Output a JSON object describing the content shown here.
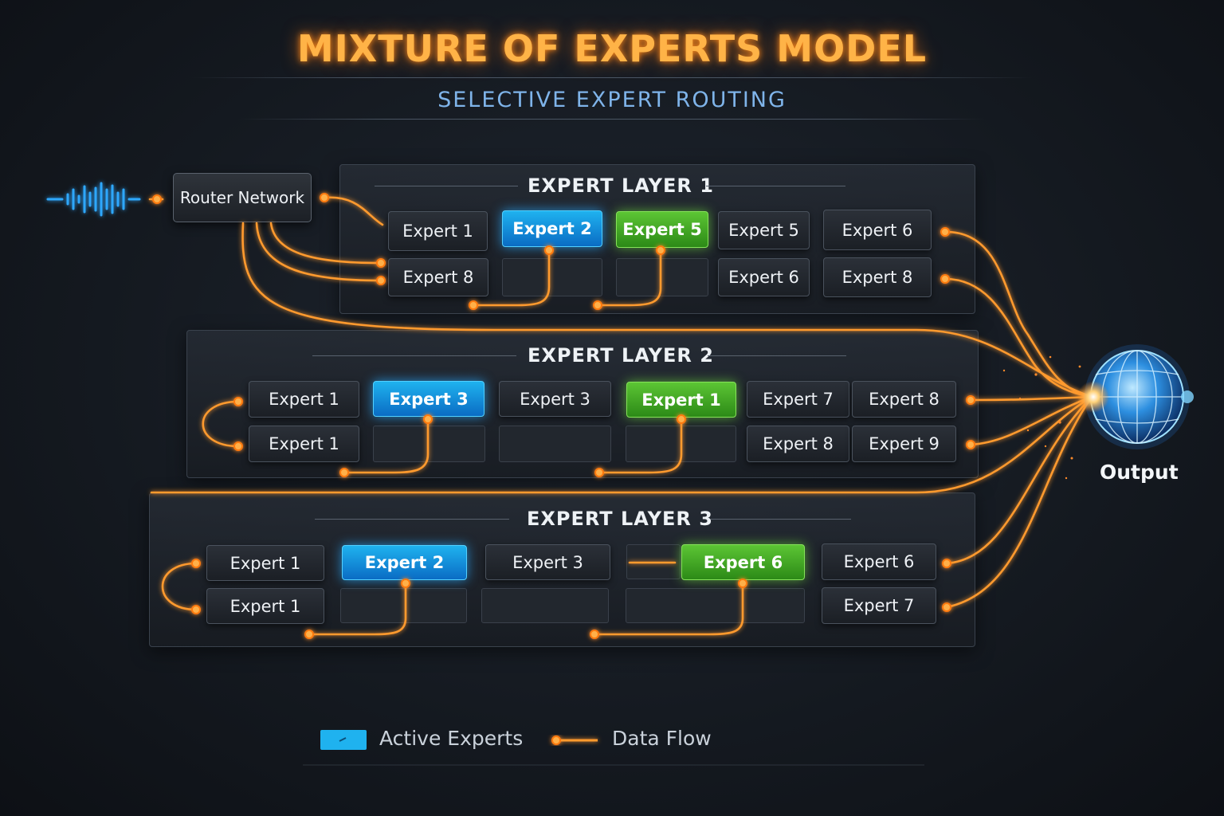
{
  "title": "MIXTURE OF EXPERTS MODEL",
  "subtitle": "SELECTIVE EXPERT ROUTING",
  "router": {
    "label": "Router Network"
  },
  "layers": [
    {
      "title": "EXPERT LAYER 1",
      "row1": [
        "Expert 1",
        "Expert 2",
        "Expert 5",
        "Expert 5",
        "Expert 6"
      ],
      "row2": [
        "Expert 8",
        "Expert 6",
        "Expert 8"
      ]
    },
    {
      "title": "EXPERT LAYER 2",
      "row1": [
        "Expert 1",
        "Expert 3",
        "Expert 3",
        "Expert 1",
        "Expert 7",
        "Expert 8"
      ],
      "row2": [
        "Expert 1",
        "Expert 8",
        "Expert 9"
      ]
    },
    {
      "title": "EXPERT LAYER 3",
      "row1": [
        "Expert 1",
        "Expert 2",
        "Expert 3",
        "Expert 6",
        "Expert 6"
      ],
      "row2": [
        "Expert 1",
        "Expert 7"
      ]
    }
  ],
  "output": {
    "label": "Output"
  },
  "legend": {
    "active": "Active Experts",
    "flow": "Data Flow"
  },
  "colors": {
    "accent": "#ff9a2e",
    "active_blue": "#1fb2ef",
    "active_green": "#5cc534",
    "background": "#151a21"
  }
}
